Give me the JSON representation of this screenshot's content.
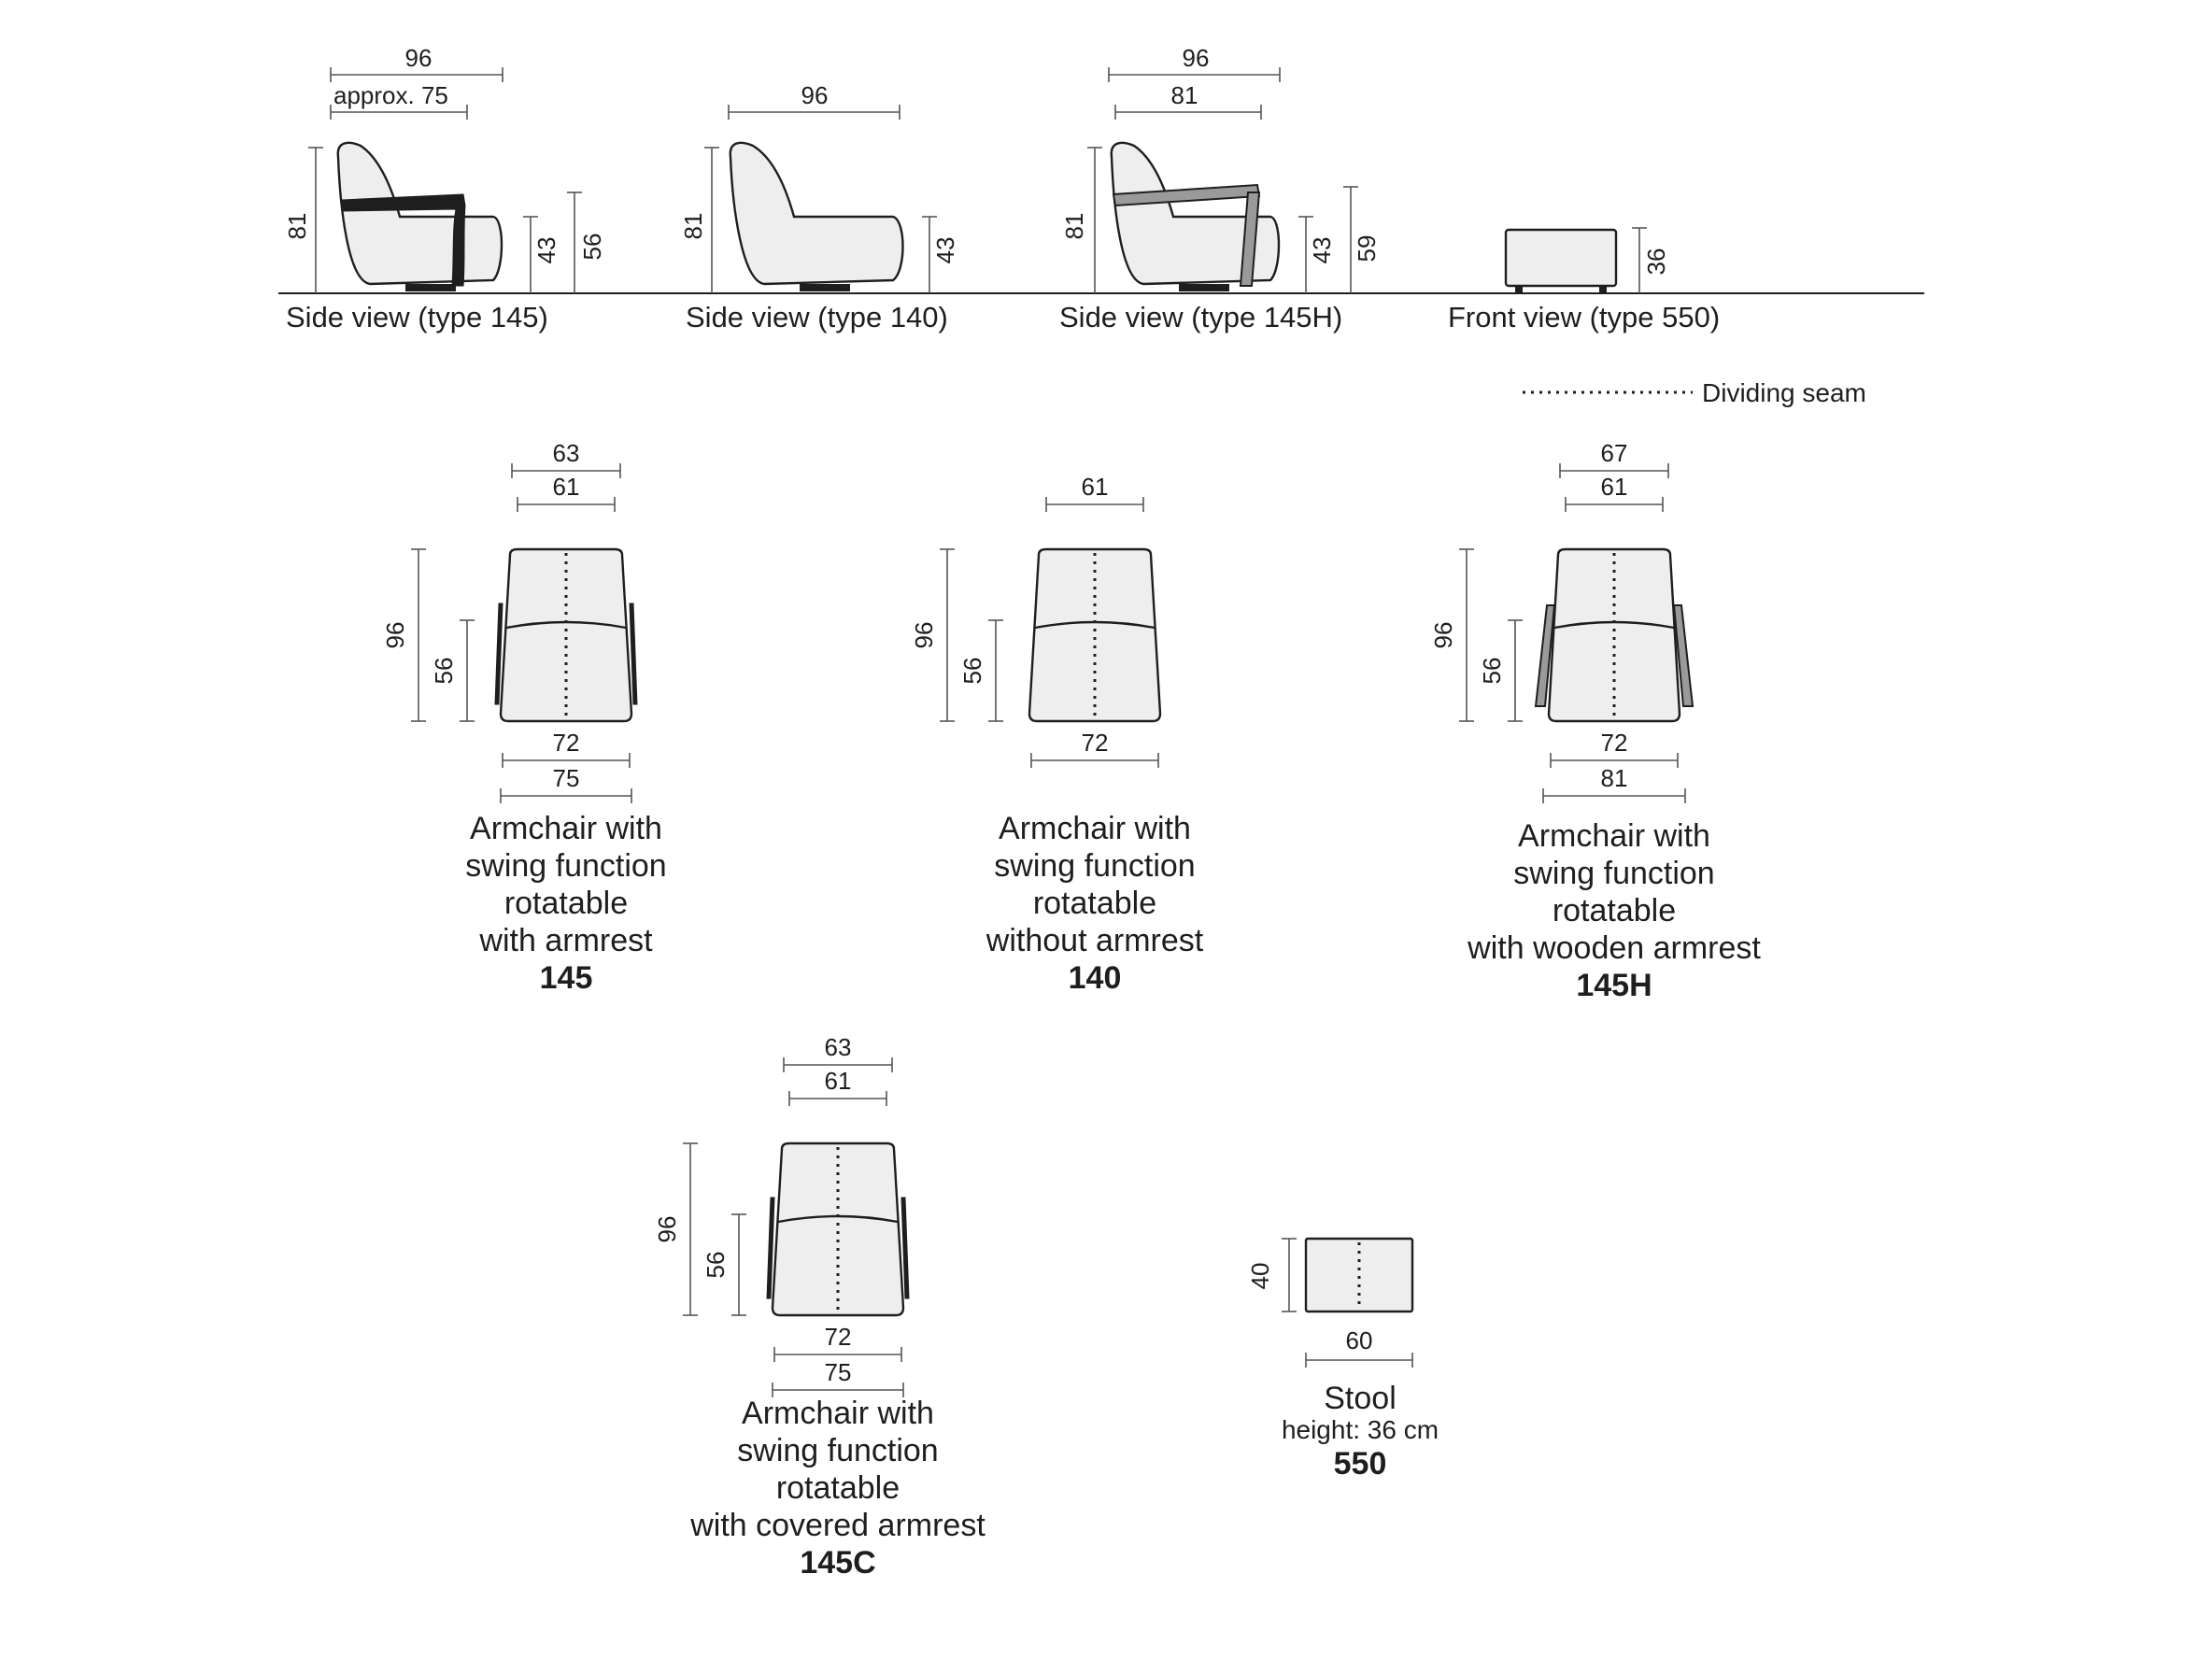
{
  "side_views": [
    {
      "id": "145",
      "caption": "Side view (type 145)",
      "depth": "96",
      "seat_depth": "approx. 75",
      "back_height": "81",
      "seat_height": "43",
      "arm_height": "56"
    },
    {
      "id": "140",
      "caption": "Side view (type 140)",
      "depth": "96",
      "back_height": "81",
      "seat_height": "43"
    },
    {
      "id": "145H",
      "caption": "Side view (type 145H)",
      "depth": "96",
      "inner_depth": "81",
      "back_height": "81",
      "seat_height": "43",
      "arm_height": "59"
    },
    {
      "id": "550",
      "caption": "Front view (type 550)",
      "height": "36"
    }
  ],
  "legend": {
    "dividing_seam": "Dividing seam"
  },
  "top_views": [
    {
      "id": "145",
      "top_outer": "63",
      "top_inner": "61",
      "depth": "96",
      "seat_depth": "56",
      "bottom_inner": "72",
      "bottom_outer": "75",
      "lines": [
        "Armchair with",
        "swing function",
        "rotatable",
        "with armrest"
      ],
      "model": "145",
      "armrest": "dark"
    },
    {
      "id": "140",
      "top_inner": "61",
      "depth": "96",
      "seat_depth": "56",
      "bottom_inner": "72",
      "lines": [
        "Armchair with",
        "swing function",
        "rotatable",
        "without armrest"
      ],
      "model": "140",
      "armrest": "none"
    },
    {
      "id": "145H",
      "top_outer": "67",
      "top_inner": "61",
      "depth": "96",
      "seat_depth": "56",
      "bottom_inner": "72",
      "bottom_outer": "81",
      "lines": [
        "Armchair with",
        "swing function",
        "rotatable",
        "with wooden armrest"
      ],
      "model": "145H",
      "armrest": "wood"
    },
    {
      "id": "145C",
      "top_outer": "63",
      "top_inner": "61",
      "depth": "96",
      "seat_depth": "56",
      "bottom_inner": "72",
      "bottom_outer": "75",
      "lines": [
        "Armchair with",
        "swing function",
        "rotatable",
        "with covered armrest"
      ],
      "model": "145C",
      "armrest": "dark"
    }
  ],
  "stool": {
    "depth": "40",
    "width": "60",
    "title": "Stool",
    "height_note": "height: 36 cm",
    "model": "550"
  },
  "colors": {
    "line": "#1e1e1e",
    "fill": "#eeeeee",
    "wood": "#9a9a9a",
    "dim": "#555555"
  }
}
